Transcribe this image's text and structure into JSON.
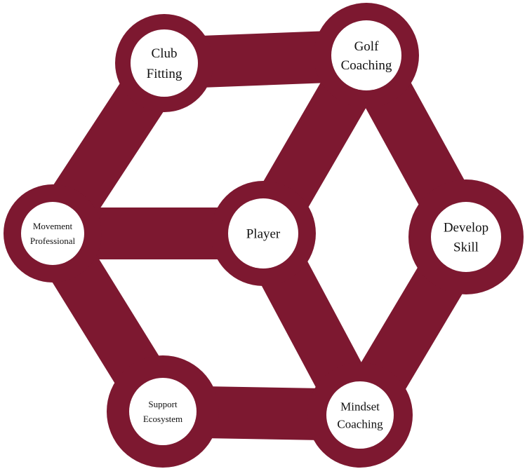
{
  "diagram": {
    "colors": {
      "band": "#7d1830",
      "node_fill": "#ffffff",
      "text": "#111111",
      "background": "#ffffff"
    },
    "nodes": [
      {
        "id": "club-fitting",
        "lines": [
          "Club",
          "Fitting"
        ]
      },
      {
        "id": "golf-coaching",
        "lines": [
          "Golf",
          "Coaching"
        ]
      },
      {
        "id": "movement-professional",
        "lines": [
          "Movement",
          "Professional"
        ]
      },
      {
        "id": "player",
        "lines": [
          "Player"
        ]
      },
      {
        "id": "develop-skill",
        "lines": [
          "Develop",
          "Skill"
        ]
      },
      {
        "id": "support-ecosystem",
        "lines": [
          "Support",
          "Ecosystem"
        ]
      },
      {
        "id": "mindset-coaching",
        "lines": [
          "Mindset",
          "Coaching"
        ]
      }
    ],
    "edges": [
      [
        "club-fitting",
        "golf-coaching"
      ],
      [
        "club-fitting",
        "movement-professional"
      ],
      [
        "golf-coaching",
        "player"
      ],
      [
        "golf-coaching",
        "develop-skill"
      ],
      [
        "movement-professional",
        "player"
      ],
      [
        "movement-professional",
        "support-ecosystem"
      ],
      [
        "player",
        "mindset-coaching"
      ],
      [
        "develop-skill",
        "mindset-coaching"
      ],
      [
        "support-ecosystem",
        "mindset-coaching"
      ]
    ]
  }
}
